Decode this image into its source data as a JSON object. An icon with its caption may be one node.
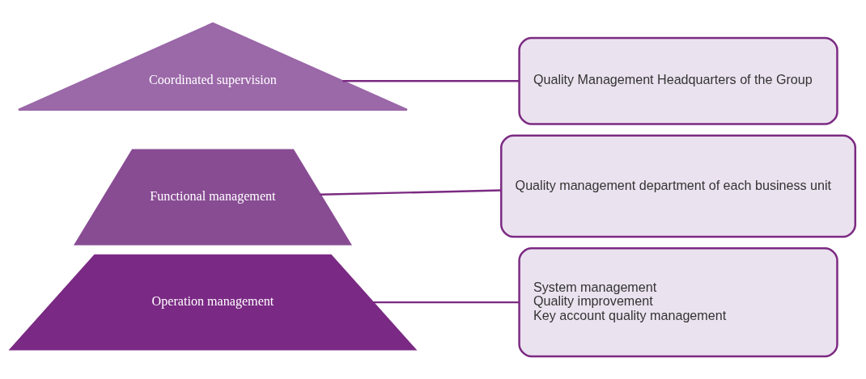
{
  "diagram": {
    "nodes": [
      {
        "text": [
          "Coordinated supervision"
        ]
      },
      {
        "text": [
          "Functional management"
        ]
      },
      {
        "text": [
          "Operation management"
        ]
      },
      {
        "text": [
          "Quality Management Headquarters of the Group"
        ]
      },
      {
        "text": [
          "Quality management department of each business unit"
        ]
      },
      {
        "text": [
          "System management",
          "Quality improvement",
          "Key account quality management"
        ]
      }
    ],
    "edges": [
      {
        "from": 0,
        "to": 3,
        "arrow": "none"
      },
      {
        "from": 1,
        "to": 4,
        "arrow": "none"
      },
      {
        "from": 2,
        "to": 5,
        "arrow": "none"
      }
    ]
  }
}
